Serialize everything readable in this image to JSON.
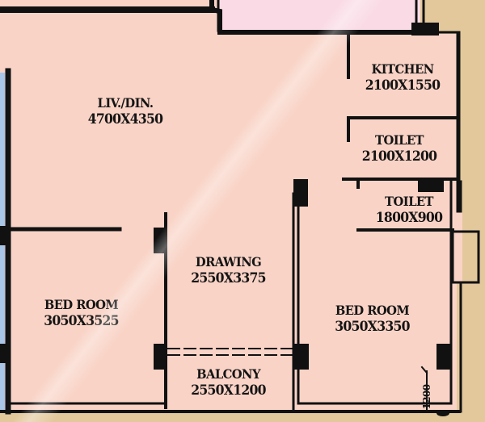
{
  "colors": {
    "room_fill": "#f9d3c6",
    "outside": "#e3c89c",
    "adjacent_unit": "#fadbe5",
    "window_blue": "#a9c6e8",
    "wall": "#111111",
    "text": "#151515"
  },
  "rooms": [
    {
      "id": "living-dining",
      "name": "LIV./DIN.",
      "dims": "4700X4350"
    },
    {
      "id": "kitchen",
      "name": "KITCHEN",
      "dims": "2100X1550"
    },
    {
      "id": "toilet-1",
      "name": "TOILET",
      "dims": "2100X1200"
    },
    {
      "id": "toilet-2",
      "name": "TOILET",
      "dims": "1800X900"
    },
    {
      "id": "drawing",
      "name": "DRAWING",
      "dims": "2550X3375"
    },
    {
      "id": "bedroom-1",
      "name": "BED ROOM",
      "dims": "3050X3525"
    },
    {
      "id": "bedroom-2",
      "name": "BED ROOM",
      "dims": "3050X3350"
    },
    {
      "id": "balcony",
      "name": "BALCONY",
      "dims": "2550X1200"
    }
  ],
  "annotations": {
    "vertical_dimension": "1200"
  }
}
